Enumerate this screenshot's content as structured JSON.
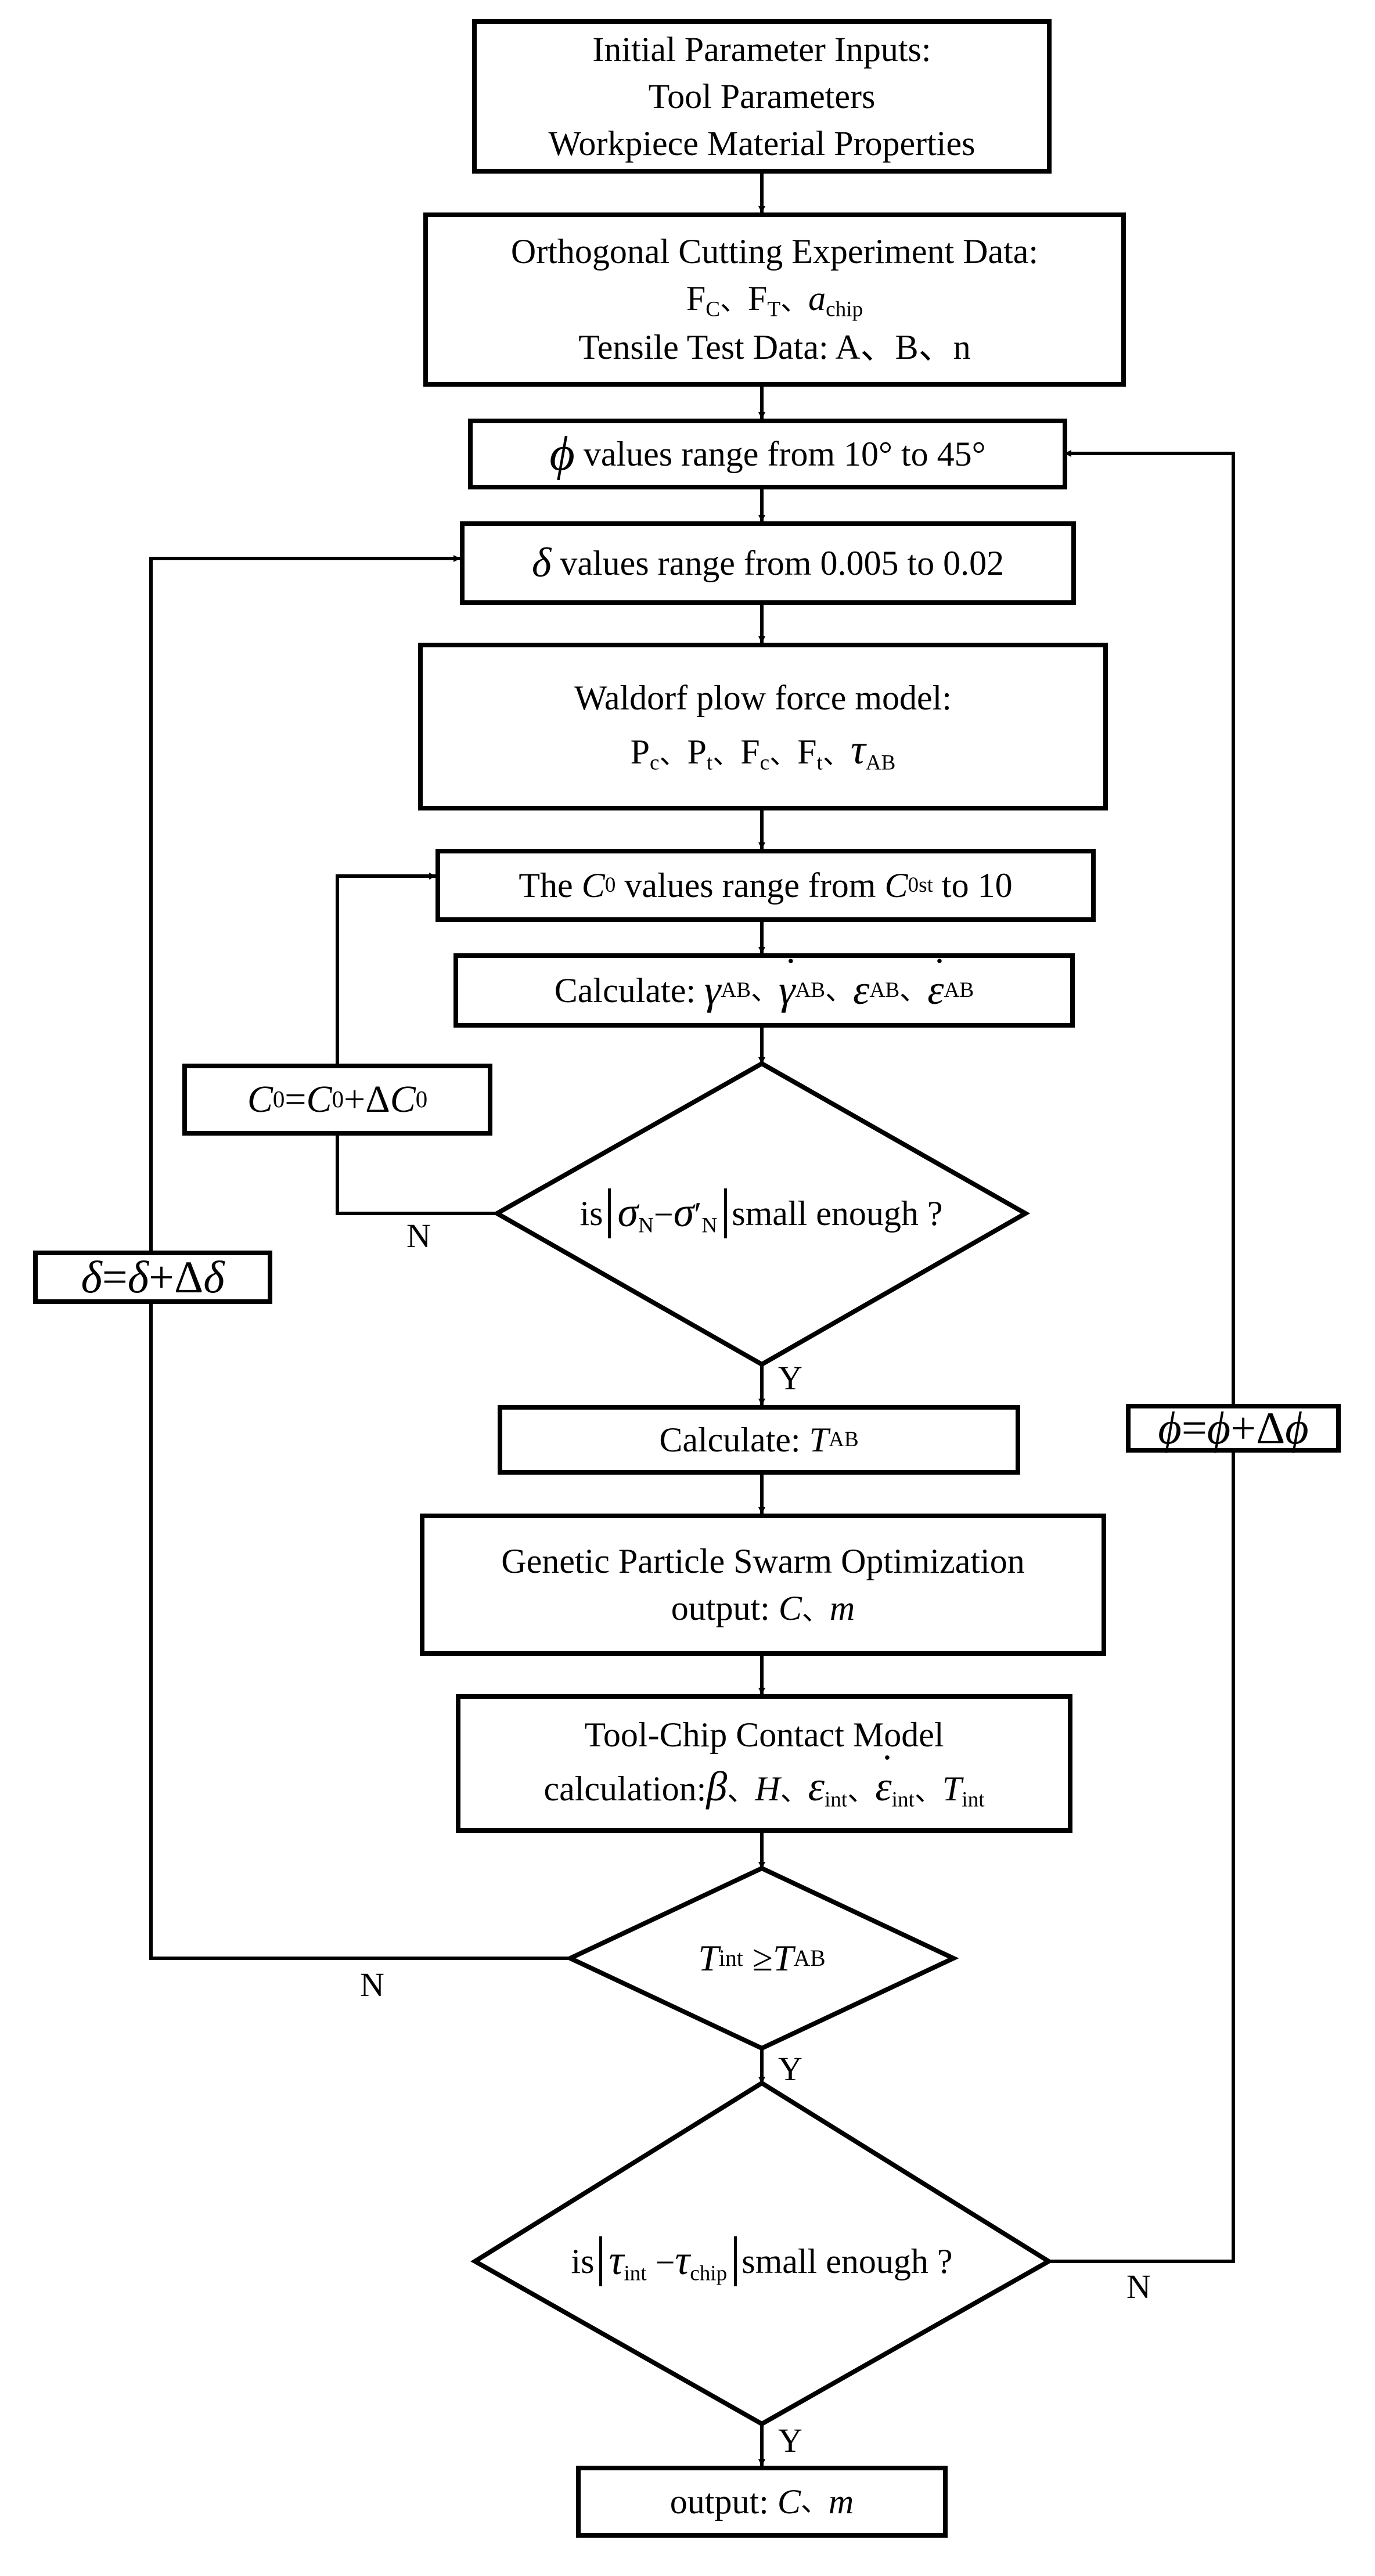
{
  "init_box": {
    "line1": "Initial Parameter Inputs:",
    "line2": "Tool Parameters",
    "line3": "Workpiece Material Properties"
  },
  "ortho_box": {
    "line1": "Orthogonal Cutting Experiment Data:",
    "line3": "Tensile Test Data: A、B、n"
  },
  "phi_box": {
    "text": "values range from 10° to 45°"
  },
  "delta_box": {
    "text": "values range from 0.005 to 0.02"
  },
  "waldorf_box": {
    "line1": "Waldorf plow force model:"
  },
  "c0_box": {
    "prefix": "The",
    "middle": "values range from",
    "suffix": "to 10"
  },
  "calc1_box": {
    "prefix": "Calculate:"
  },
  "c0_update": {},
  "decision1": {
    "is": "is",
    "rest": "small enough ?"
  },
  "calc_tab": {
    "prefix": "Calculate:"
  },
  "gpso_box": {
    "line1": "Genetic Particle Swarm Optimization",
    "line2": "output:"
  },
  "tool_chip_box": {
    "line1": "Tool-Chip Contact Model",
    "line2": "calculation:"
  },
  "decision2": {},
  "decision3": {
    "is": "is",
    "rest": "small enough ?"
  },
  "output_box": {
    "prefix": "output:"
  },
  "labels": {
    "y1": "Y",
    "n1": "N",
    "y2": "Y",
    "n2": "N",
    "y3": "Y",
    "n3": "N"
  }
}
